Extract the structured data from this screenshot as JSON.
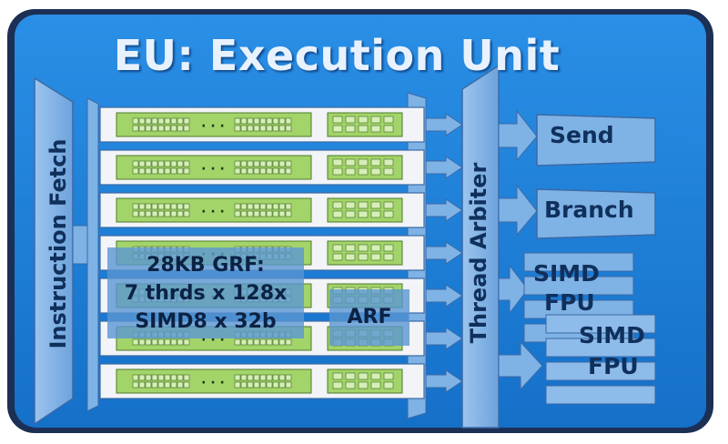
{
  "diagram": {
    "title": "EU: Execution Unit",
    "instruction_fetch_label": "Instruction Fetch",
    "thread_arbiter_label": "Thread Arbiter",
    "register_rows": 7,
    "row_ellipsis": "· · ·",
    "grf_lines": [
      "28KB GRF:",
      "7 thrds x 128x",
      "SIMD8 x 32b"
    ],
    "arf_label": "ARF",
    "units": {
      "send": "Send",
      "branch": "Branch",
      "simd_fpu_1": [
        "SIMD",
        "FPU"
      ],
      "simd_fpu_2": [
        "SIMD",
        "FPU"
      ]
    },
    "colors": {
      "frame_blue": "#1a7fd6",
      "frame_border": "#1c2f55",
      "block_blue": "#7fb2e5",
      "register_green": "#a3d46a",
      "register_frame": "#f2f4f7"
    }
  }
}
